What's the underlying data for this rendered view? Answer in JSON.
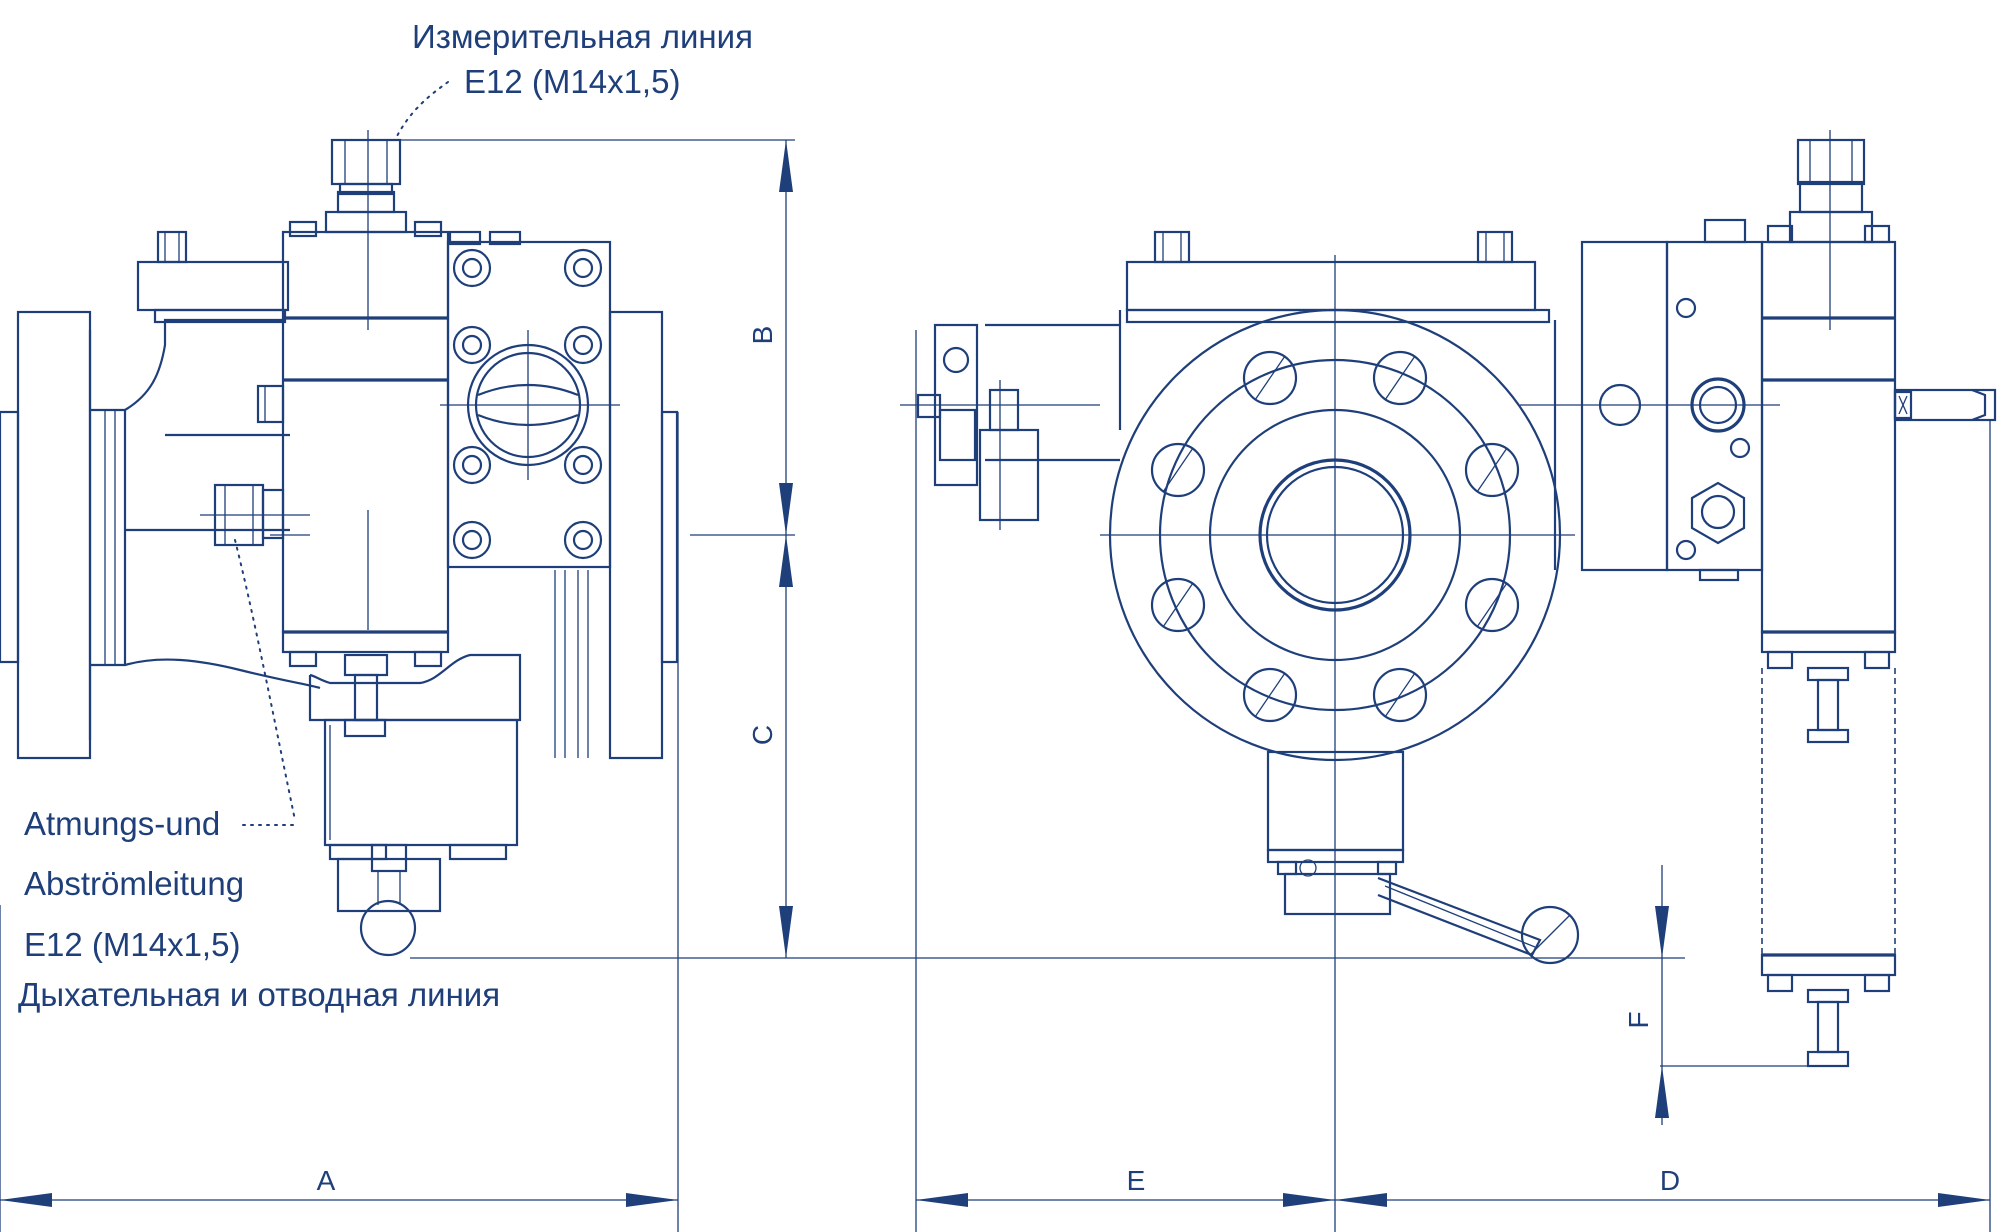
{
  "labels": {
    "measuring_line_ru": "Измерительная линия",
    "measuring_line_thread": "E12 (M14x1,5)",
    "breathing_line_de_1": "Atmungs-und",
    "breathing_line_de_2": "Abströmleitung",
    "breathing_line_thread": "E12 (M14x1,5)",
    "breathing_line_ru": "Дыхательная и отводная линия"
  },
  "dimensions": {
    "a": "A",
    "b": "B",
    "c": "C",
    "d": "D",
    "e": "E",
    "f": "F"
  },
  "colors": {
    "line": "#1f3f7a",
    "background": "#ffffff"
  }
}
